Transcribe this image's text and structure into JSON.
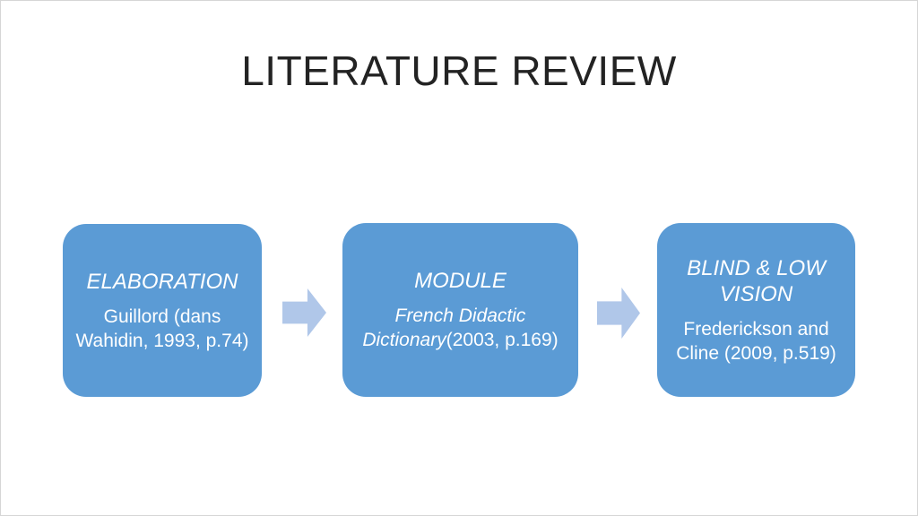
{
  "slide": {
    "title": "LITERATURE REVIEW",
    "colors": {
      "box_fill": "#5b9bd5",
      "arrow_fill": "#b0c7e9",
      "box_text": "#ffffff",
      "title_text": "#232323",
      "background": "#ffffff"
    },
    "boxes": [
      {
        "title": "ELABORATION",
        "body": "Guillord (dans Wahidin, 1993, p.74)"
      },
      {
        "title": "MODULE",
        "body_italic": "French Didactic Dictionary",
        "body_regular": "(2003, p.169)"
      },
      {
        "title": "BLIND & LOW VISION",
        "body": "Frederickson and Cline (2009, p.519)"
      }
    ],
    "arrows": [
      {
        "icon": "right-arrow"
      },
      {
        "icon": "right-arrow"
      }
    ]
  }
}
